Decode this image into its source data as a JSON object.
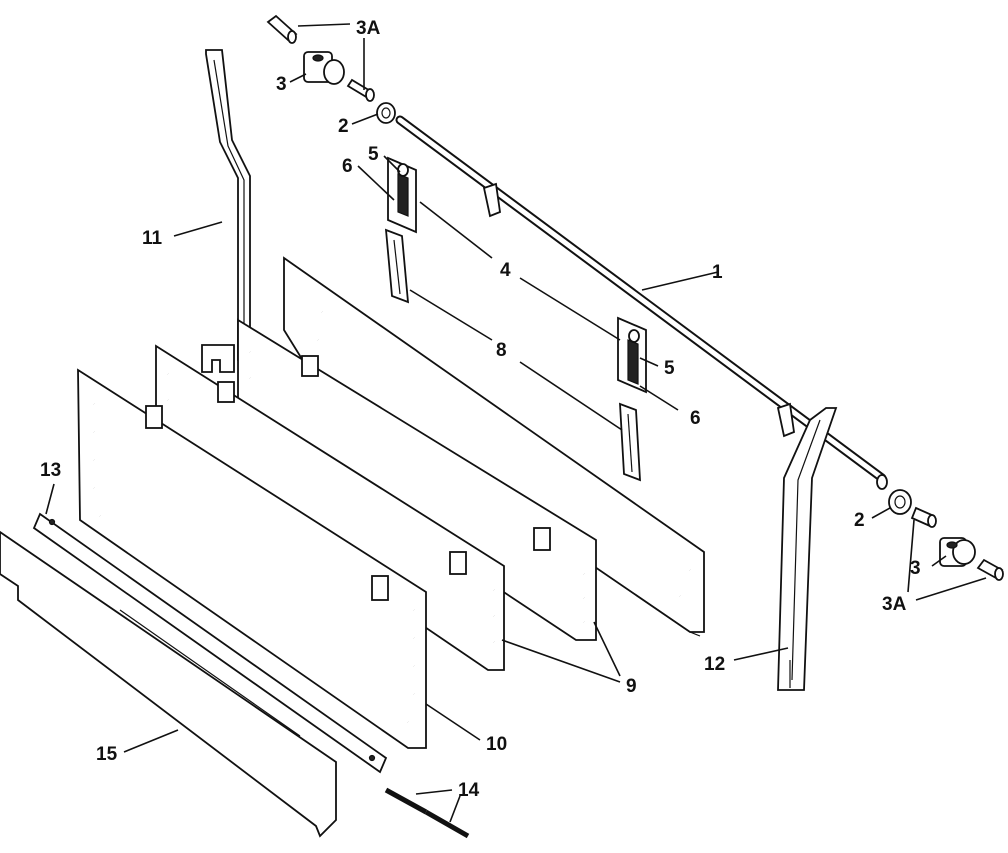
{
  "labels": {
    "p1": "1",
    "p2_top": "2",
    "p2_bottom": "2",
    "p3_top": "3",
    "p3_bottom": "3",
    "p3a_top": "3A",
    "p3a_bottom": "3A",
    "p4": "4",
    "p5_top": "5",
    "p5_mid": "5",
    "p6_top": "6",
    "p6_mid": "6",
    "p8": "8",
    "p9": "9",
    "p10": "10",
    "p11": "11",
    "p12": "12",
    "p13": "13",
    "p14": "14",
    "p15": "15"
  }
}
